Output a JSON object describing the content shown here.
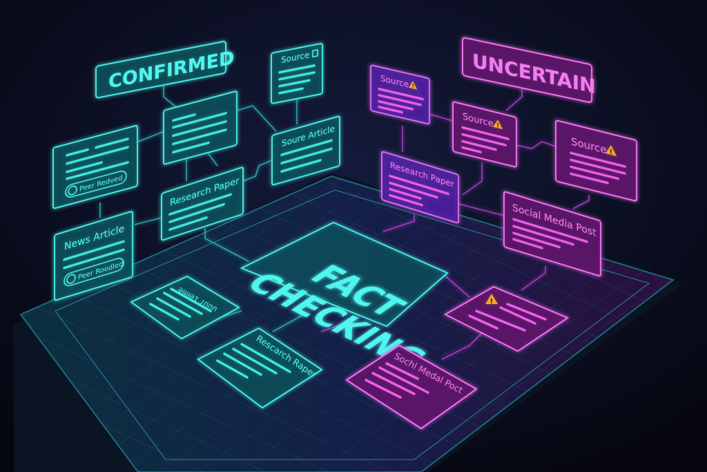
{
  "colors": {
    "background": "#07081a",
    "confirmed_accent": "#4ff5ee",
    "uncertain_accent": "#f27cf2",
    "warning": "#f5a623"
  },
  "center": {
    "line1": "FACT",
    "line2": "CHECKING"
  },
  "confirmed": {
    "title": "CONFIRMED",
    "source_label": "Source",
    "source_article_label": "Soure Article",
    "research_paper_label": "Research Paper",
    "news_article_label": "News Article",
    "peer_badge_1": "Peer Redved",
    "peer_badge_2": "Peer Roodled",
    "floor_card_1": "ɘlƚiƚɘ1 ɿuuu",
    "floor_card_2": "Rescarch Raper"
  },
  "uncertain": {
    "title": "UNCERTAIN",
    "source_1": "Source",
    "source_2": "Source",
    "source_3": "Source",
    "research_paper_label": "Research Paper",
    "social_post_label": "Social Media Post",
    "floor_card_2": "Sochl Medal Poct"
  },
  "icons": {
    "warning": "warning-triangle-icon",
    "pen": "pen-icon",
    "document": "document-icon"
  }
}
